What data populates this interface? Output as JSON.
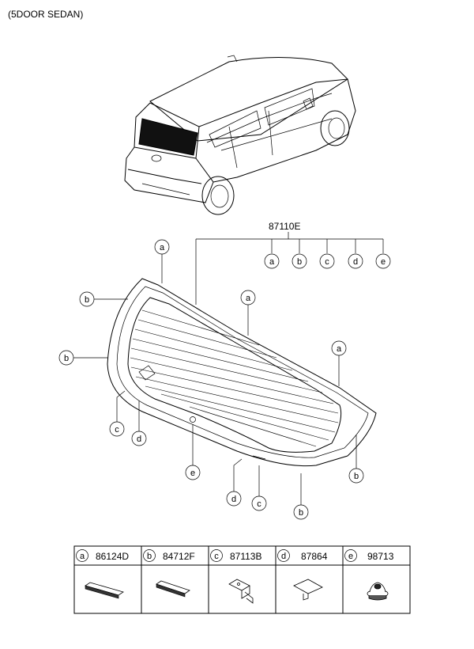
{
  "header": {
    "title": "(5DOOR SEDAN)"
  },
  "assembly": {
    "part_number": "87110E"
  },
  "callout_letters": [
    "a",
    "b",
    "c",
    "d",
    "e"
  ],
  "legend": [
    {
      "letter": "a",
      "part_number": "86124D",
      "icon": "molding-strip-icon"
    },
    {
      "letter": "b",
      "part_number": "84712F",
      "icon": "molding-strip-icon"
    },
    {
      "letter": "c",
      "part_number": "87113B",
      "icon": "bracket-clip-icon"
    },
    {
      "letter": "d",
      "part_number": "87864",
      "icon": "spacer-pad-icon"
    },
    {
      "letter": "e",
      "part_number": "98713",
      "icon": "grommet-icon"
    }
  ]
}
